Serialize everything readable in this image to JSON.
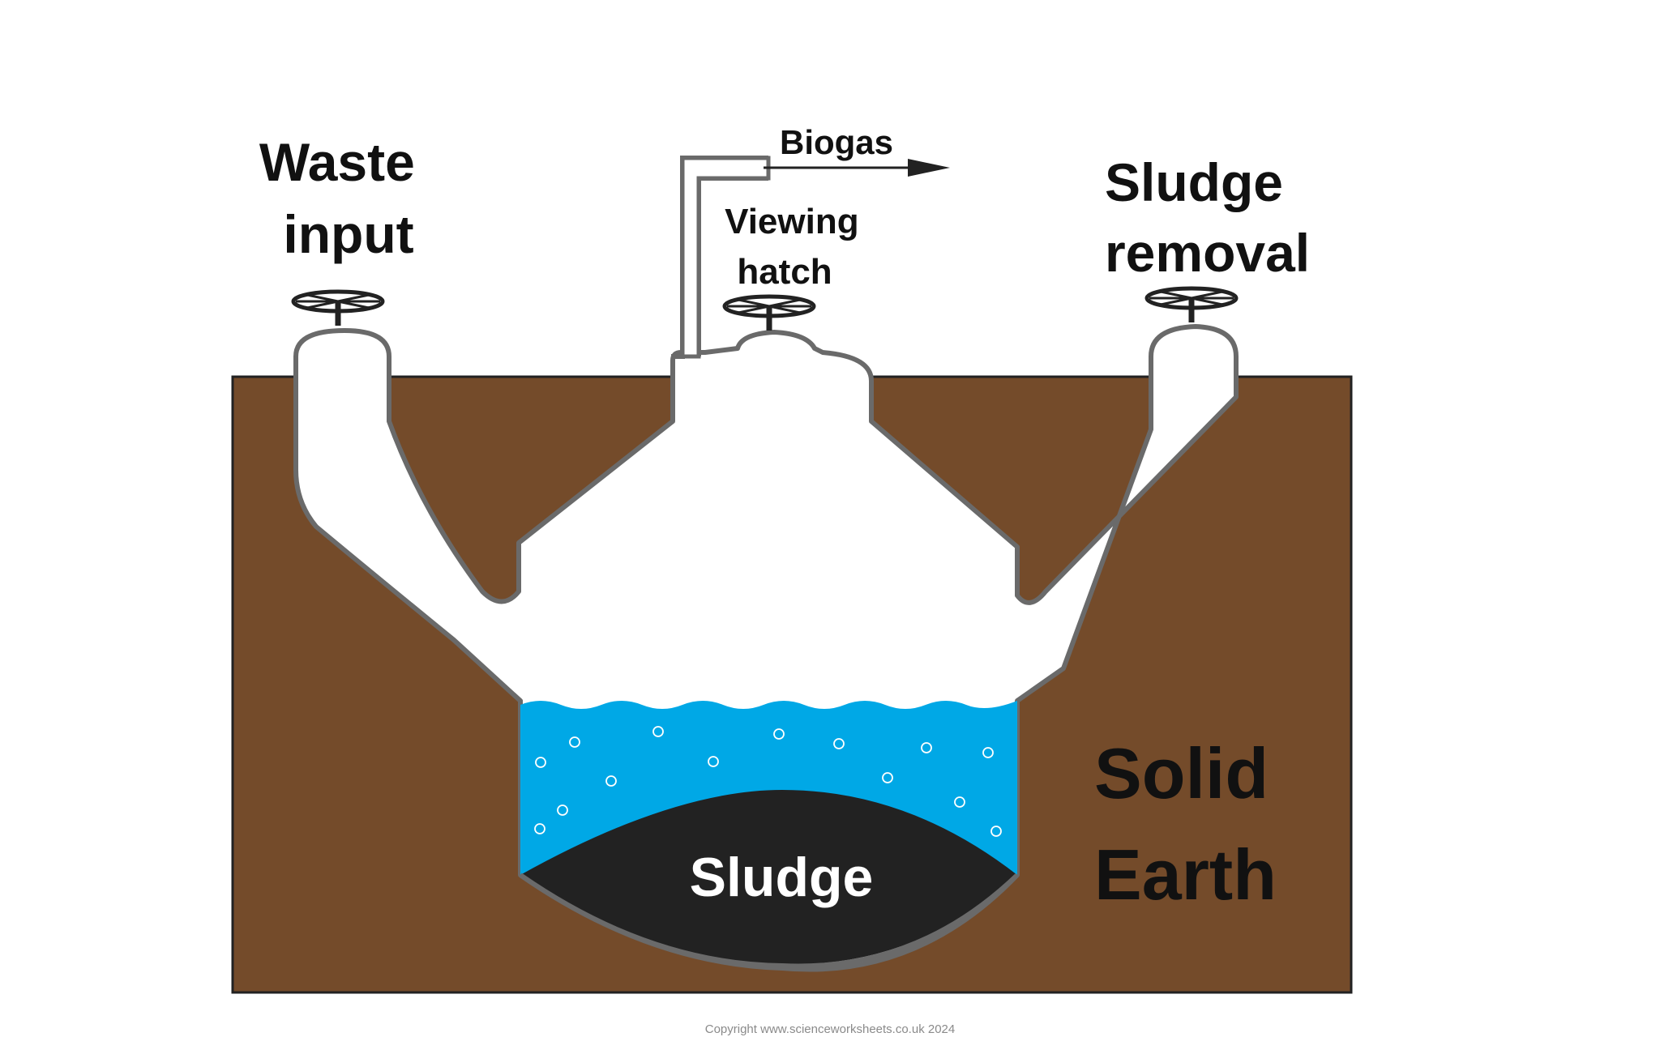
{
  "labels": {
    "waste_input": [
      "Waste",
      "input"
    ],
    "biogas": "Biogas",
    "viewing_hatch": [
      "Viewing",
      "hatch"
    ],
    "sludge_removal": [
      "Sludge",
      "removal"
    ],
    "solid_earth": [
      "Solid",
      "Earth"
    ],
    "sludge": "Sludge"
  },
  "copyright": "Copyright www.scienceworksheets.co.uk 2024",
  "colors": {
    "earth": "#744b2a",
    "water": "#00a8e6",
    "sludge": "#222222",
    "outline": "#6a6a6a",
    "digester": "#ffffff"
  },
  "icons": [
    "valve-wheel-icon",
    "arrow-right-icon"
  ]
}
